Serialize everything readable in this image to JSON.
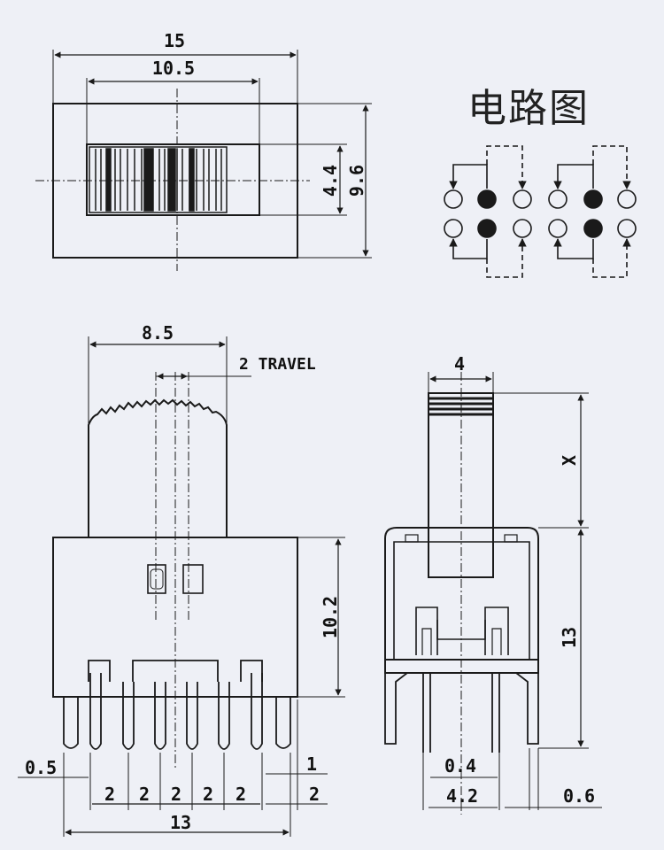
{
  "circuit_title": "电路图",
  "top_view": {
    "width_total": "15",
    "width_slider": "10.5",
    "height_slider": "4.4",
    "height_total": "9.6"
  },
  "front_view": {
    "knob_width": "8.5",
    "travel": "2 TRAVEL",
    "body_height": "10.2",
    "pin_width": "0.5",
    "pitch": [
      "2",
      "2",
      "2",
      "2",
      "2"
    ],
    "tab_width": "1",
    "tab_offset": "2",
    "overall_width": "13"
  },
  "side_view": {
    "actuator_width": "4",
    "actuator_height": "X",
    "body_height": "13",
    "pin_thickness": "0.4",
    "pin_spacing": "4.2",
    "tab_thickness": "0.6"
  },
  "colors": {
    "ink": "#1a1a1a",
    "paper": "#eef0f6"
  }
}
